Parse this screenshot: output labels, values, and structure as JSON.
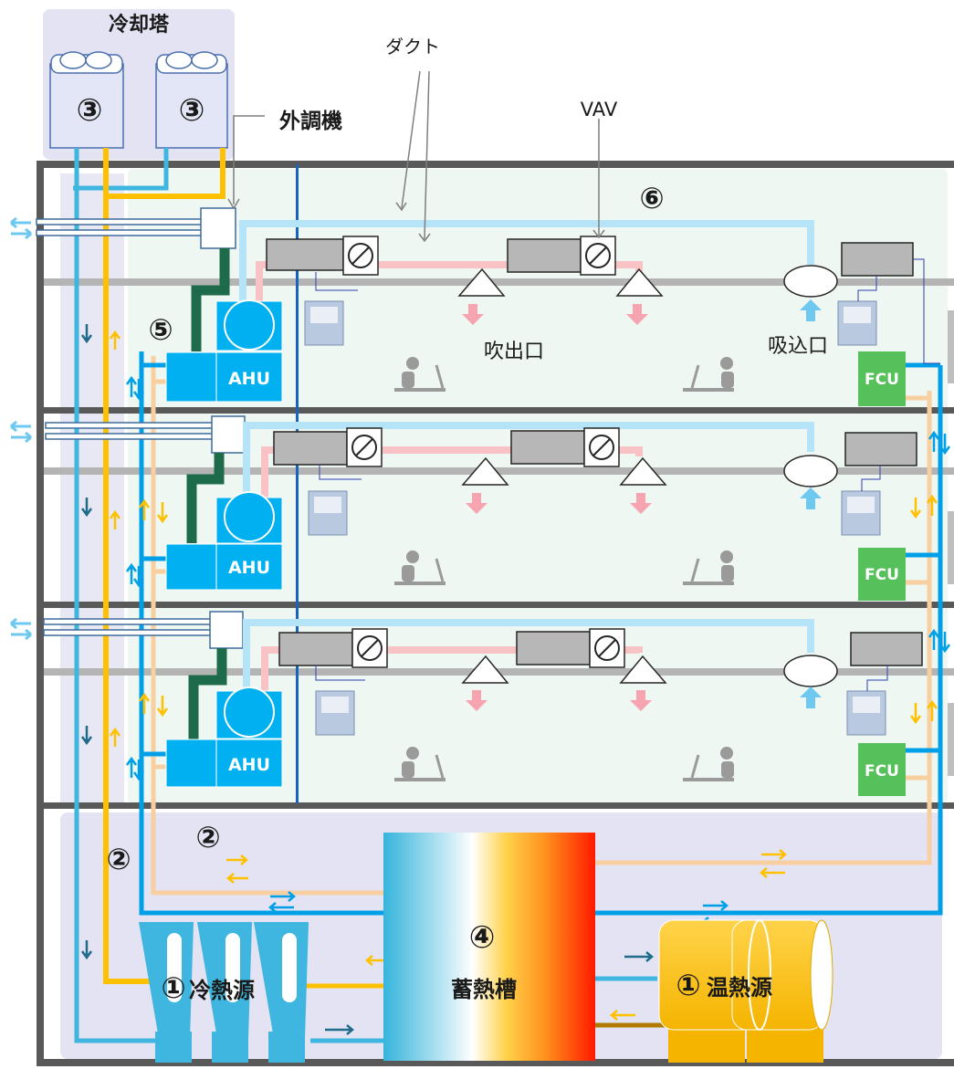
{
  "labels": {
    "cooling_tower": "冷却塔",
    "outdoor_unit": "外調機",
    "duct": "ダクト",
    "vav": "VAV",
    "supply_outlet": "吹出口",
    "return_inlet": "吸込口",
    "ahu": "AHU",
    "fcu": "FCU",
    "storage_tank": "蓄熱槽",
    "cold_source": "冷熱源",
    "hot_source": "温熱源"
  },
  "markers": {
    "m1": "①",
    "m2": "②",
    "m3": "③",
    "m4": "④",
    "m5": "⑤",
    "m6": "⑥"
  },
  "colors": {
    "cooling_water": "#3fb6df",
    "condenser_water_return": "#ffc000",
    "chilled_water": "#00a0e9",
    "hot_water_pipe": "#f8cfa0",
    "supply_duct": "#f9c3c6",
    "return_duct": "#b5e3f7",
    "ahu_box": "#00b0f0",
    "fcu_box": "#56c15a",
    "outdoor_air_duct": "#1d6b4a",
    "floor_slab": "#7f7f7f",
    "building_frame": "#595959"
  }
}
